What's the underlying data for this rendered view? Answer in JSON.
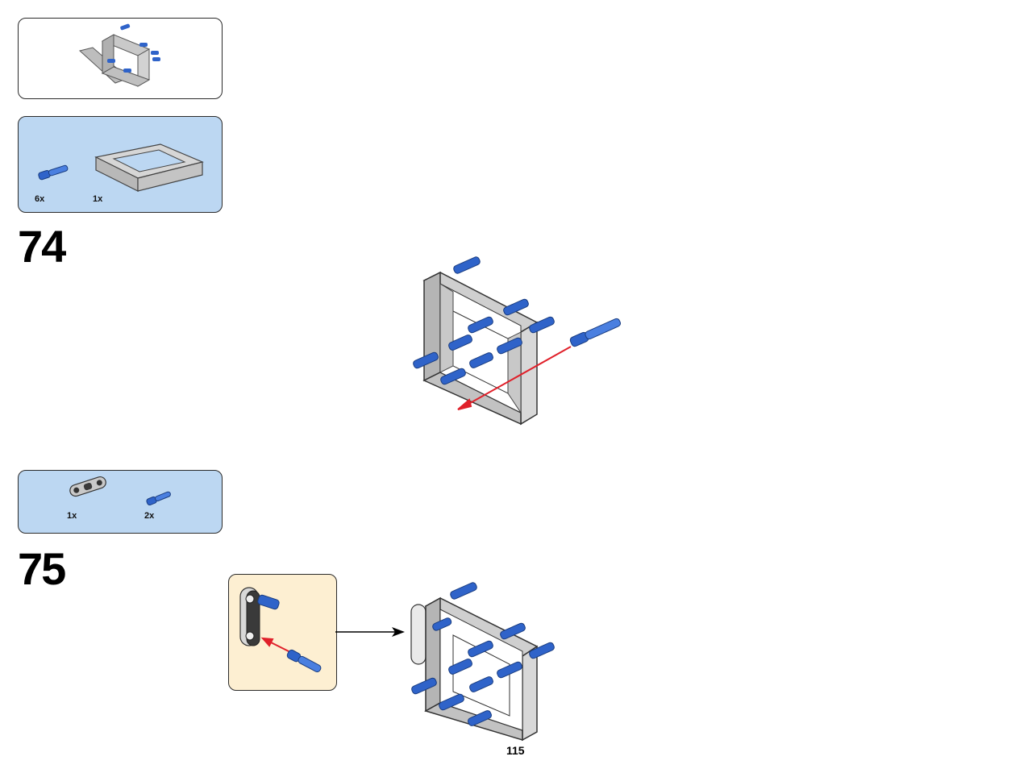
{
  "steps": [
    {
      "number": "74",
      "parts": [
        {
          "name": "blue-friction-pin",
          "qty": "6x"
        },
        {
          "name": "grey-5x7-open-frame",
          "qty": "1x"
        }
      ]
    },
    {
      "number": "75",
      "parts": [
        {
          "name": "black-pin-connector",
          "qty": "1x"
        },
        {
          "name": "blue-friction-pin",
          "qty": "2x"
        }
      ]
    }
  ],
  "page_number": "115",
  "colors": {
    "parts_box": "#bcd7f2",
    "callout_box": "#fdefd2",
    "pin_blue": "#2f63c9",
    "frame_grey": "#c6c6c6",
    "arrow_red": "#e0202a"
  }
}
